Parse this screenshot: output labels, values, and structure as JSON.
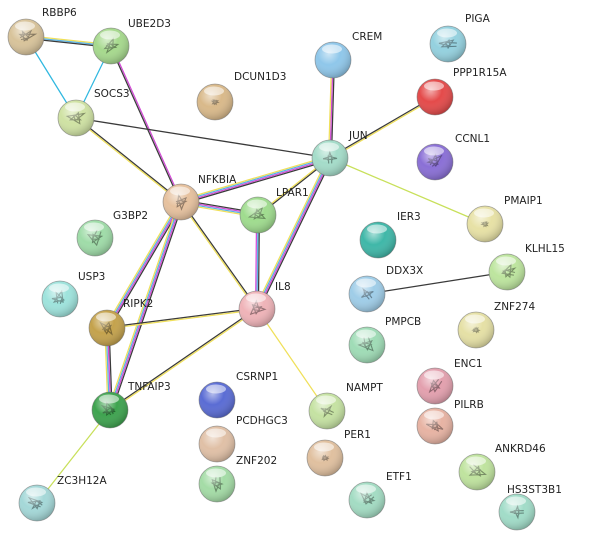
{
  "nodes": [
    {
      "id": "RBBP6",
      "label": "RBBP6",
      "color": "#d8c39a",
      "has_structure": true
    },
    {
      "id": "UBE2D3",
      "label": "UBE2D3",
      "color": "#a6d98d",
      "has_structure": true
    },
    {
      "id": "SOCS3",
      "label": "SOCS3",
      "color": "#cfe2a3",
      "has_structure": true
    },
    {
      "id": "DCUN1D3",
      "label": "DCUN1D3",
      "color": "#d9b98a",
      "has_structure": true
    },
    {
      "id": "CREM",
      "label": "CREM",
      "color": "#8fc7ea",
      "has_structure": false
    },
    {
      "id": "PIGA",
      "label": "PIGA",
      "color": "#94d1df",
      "has_structure": true
    },
    {
      "id": "PPP1R15A",
      "label": "PPP1R15A",
      "color": "#e44a4a",
      "has_structure": false
    },
    {
      "id": "JUN",
      "label": "JUN",
      "color": "#a4dcc9",
      "has_structure": true
    },
    {
      "id": "CCNL1",
      "label": "CCNL1",
      "color": "#8a6fd6",
      "has_structure": true
    },
    {
      "id": "NFKBIA",
      "label": "NFKBIA",
      "color": "#e6c19e",
      "has_structure": true
    },
    {
      "id": "LPAR1",
      "label": "LPAR1",
      "color": "#9fdc8e",
      "has_structure": true
    },
    {
      "id": "PMAIP1",
      "label": "PMAIP1",
      "color": "#e7e1a5",
      "has_structure": true
    },
    {
      "id": "G3BP2",
      "label": "G3BP2",
      "color": "#9fdca8",
      "has_structure": true
    },
    {
      "id": "IER3",
      "label": "IER3",
      "color": "#3fb7a8",
      "has_structure": false
    },
    {
      "id": "KLHL15",
      "label": "KLHL15",
      "color": "#bde59e",
      "has_structure": true
    },
    {
      "id": "DDX3X",
      "label": "DDX3X",
      "color": "#9fcde8",
      "has_structure": true
    },
    {
      "id": "USP3",
      "label": "USP3",
      "color": "#9ee3dc",
      "has_structure": true
    },
    {
      "id": "RIPK2",
      "label": "RIPK2",
      "color": "#c4a24c",
      "has_structure": true
    },
    {
      "id": "IL8",
      "label": "IL8",
      "color": "#efb3b8",
      "has_structure": true
    },
    {
      "id": "ZNF274",
      "label": "ZNF274",
      "color": "#e5e0a5",
      "has_structure": true
    },
    {
      "id": "PMPCB",
      "label": "PMPCB",
      "color": "#9fdcb6",
      "has_structure": true
    },
    {
      "id": "ENC1",
      "label": "ENC1",
      "color": "#e3a0ae",
      "has_structure": true
    },
    {
      "id": "CSRNP1",
      "label": "CSRNP1",
      "color": "#5a6cd4",
      "has_structure": false
    },
    {
      "id": "NAMPT",
      "label": "NAMPT",
      "color": "#c5e2a2",
      "has_structure": true
    },
    {
      "id": "TNFAIP3",
      "label": "TNFAIP3",
      "color": "#3ea34f",
      "has_structure": true
    },
    {
      "id": "PILRB",
      "label": "PILRB",
      "color": "#e7b3a3",
      "has_structure": true
    },
    {
      "id": "PCDHGC3",
      "label": "PCDHGC3",
      "color": "#e0c0a6",
      "has_structure": false
    },
    {
      "id": "PER1",
      "label": "PER1",
      "color": "#e0c09f",
      "has_structure": true
    },
    {
      "id": "ANKRD46",
      "label": "ANKRD46",
      "color": "#bfe39e",
      "has_structure": true
    },
    {
      "id": "ZNF202",
      "label": "ZNF202",
      "color": "#a4dca6",
      "has_structure": true
    },
    {
      "id": "ETF1",
      "label": "ETF1",
      "color": "#a3dcc3",
      "has_structure": true
    },
    {
      "id": "HS3ST3B1",
      "label": "HS3ST3B1",
      "color": "#a1dcc8",
      "has_structure": true
    },
    {
      "id": "ZC3H12A",
      "label": "ZC3H12A",
      "color": "#a4d8d8",
      "has_structure": true
    }
  ],
  "edges": [
    {
      "source": "RBBP6",
      "target": "UBE2D3",
      "colors": [
        "#f0e05a",
        "#5ab4e6",
        "#3a3a3a"
      ]
    },
    {
      "source": "RBBP6",
      "target": "SOCS3",
      "colors": [
        "#30b8e0"
      ]
    },
    {
      "source": "UBE2D3",
      "target": "SOCS3",
      "colors": [
        "#30b8e0"
      ]
    },
    {
      "source": "UBE2D3",
      "target": "NFKBIA",
      "colors": [
        "#d24ad6",
        "#3a3a3a"
      ]
    },
    {
      "source": "SOCS3",
      "target": "NFKBIA",
      "colors": [
        "#3a3a3a",
        "#f0e05a"
      ]
    },
    {
      "source": "SOCS3",
      "target": "JUN",
      "colors": [
        "#3a3a3a"
      ]
    },
    {
      "source": "CREM",
      "target": "JUN",
      "colors": [
        "#3a3a3a",
        "#d24ad6",
        "#f0e05a"
      ]
    },
    {
      "source": "PPP1R15A",
      "target": "JUN",
      "colors": [
        "#f0e05a",
        "#3a3a3a"
      ]
    },
    {
      "source": "JUN",
      "target": "PMAIP1",
      "colors": [
        "#c8e05a"
      ]
    },
    {
      "source": "JUN",
      "target": "NFKBIA",
      "colors": [
        "#3a3a3a",
        "#d24ad6",
        "#5ab4e6",
        "#f0e05a"
      ]
    },
    {
      "source": "JUN",
      "target": "IL8",
      "colors": [
        "#3a3a3a",
        "#d24ad6",
        "#5ab4e6",
        "#f0e05a"
      ]
    },
    {
      "source": "JUN",
      "target": "LPAR1",
      "colors": [
        "#3a3a3a",
        "#f0e05a"
      ]
    },
    {
      "source": "NFKBIA",
      "target": "LPAR1",
      "colors": [
        "#3a3a3a",
        "#d24ad6",
        "#5ab4e6",
        "#f0e05a"
      ]
    },
    {
      "source": "NFKBIA",
      "target": "IL8",
      "colors": [
        "#3a3a3a",
        "#f0e05a"
      ]
    },
    {
      "source": "NFKBIA",
      "target": "RIPK2",
      "colors": [
        "#3a3a3a",
        "#d24ad6",
        "#5ab4e6",
        "#f0e05a"
      ]
    },
    {
      "source": "NFKBIA",
      "target": "TNFAIP3",
      "colors": [
        "#3a3a3a",
        "#d24ad6",
        "#5ab4e6",
        "#f0e05a"
      ]
    },
    {
      "source": "LPAR1",
      "target": "IL8",
      "colors": [
        "#3a3a3a",
        "#5ab4e6",
        "#d24ad6"
      ]
    },
    {
      "source": "RIPK2",
      "target": "IL8",
      "colors": [
        "#3a3a3a",
        "#f0e05a"
      ]
    },
    {
      "source": "RIPK2",
      "target": "TNFAIP3",
      "colors": [
        "#3a3a3a",
        "#d24ad6",
        "#5ab4e6",
        "#f0e05a"
      ]
    },
    {
      "source": "TNFAIP3",
      "target": "IL8",
      "colors": [
        "#3a3a3a",
        "#f0e05a"
      ]
    },
    {
      "source": "TNFAIP3",
      "target": "ZC3H12A",
      "colors": [
        "#c8e05a"
      ]
    },
    {
      "source": "IL8",
      "target": "NAMPT",
      "colors": [
        "#f0e05a"
      ]
    },
    {
      "source": "DDX3X",
      "target": "KLHL15",
      "colors": [
        "#3a3a3a"
      ]
    }
  ]
}
